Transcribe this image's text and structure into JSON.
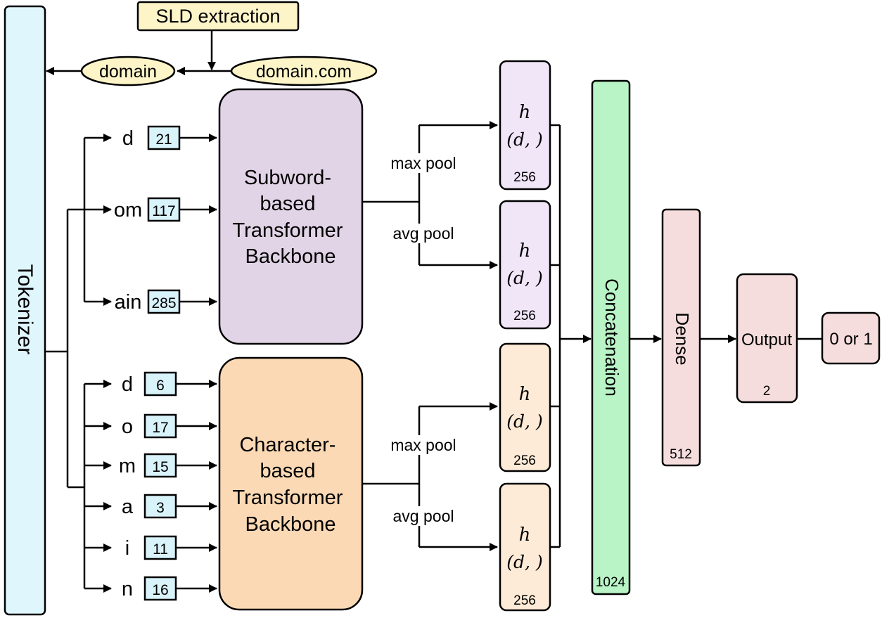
{
  "sld_box": "SLD extraction",
  "input_domain": "domain.com",
  "extracted_domain": "domain",
  "tokenizer": "Tokenizer",
  "subword_tokens": [
    {
      "token": "d",
      "id": "21"
    },
    {
      "token": "om",
      "id": "117"
    },
    {
      "token": "ain",
      "id": "285"
    }
  ],
  "char_tokens": [
    {
      "token": "d",
      "id": "6"
    },
    {
      "token": "o",
      "id": "17"
    },
    {
      "token": "m",
      "id": "15"
    },
    {
      "token": "a",
      "id": "3"
    },
    {
      "token": "i",
      "id": "11"
    },
    {
      "token": "n",
      "id": "16"
    }
  ],
  "subword_backbone": [
    "Subword-",
    "based",
    "Transformer",
    "Backbone"
  ],
  "char_backbone": [
    "Character-",
    "based",
    "Transformer",
    "Backbone"
  ],
  "pool_labels": {
    "max": "max pool",
    "avg": "avg pool"
  },
  "hidden_label": {
    "h": "h",
    "d": "(d, )"
  },
  "hidden_dims": [
    "256",
    "256",
    "256",
    "256"
  ],
  "concat": {
    "label": "Concatenation",
    "dim": "1024"
  },
  "dense": {
    "label": "Dense",
    "dim": "512"
  },
  "output": {
    "label": "Output",
    "dim": "2"
  },
  "result": "0 or 1",
  "colors": {
    "tokenizer": "#dff6fd",
    "token_id": "#d9f3fb",
    "sld": "#fdf5c8",
    "subword": "#e2d4e7",
    "character": "#fbd9b4",
    "hidden_sub": "#f1e6f8",
    "hidden_char": "#fdebd7",
    "concat": "#b9f4c7",
    "dense": "#f6dddd",
    "output": "#f6dddd"
  }
}
